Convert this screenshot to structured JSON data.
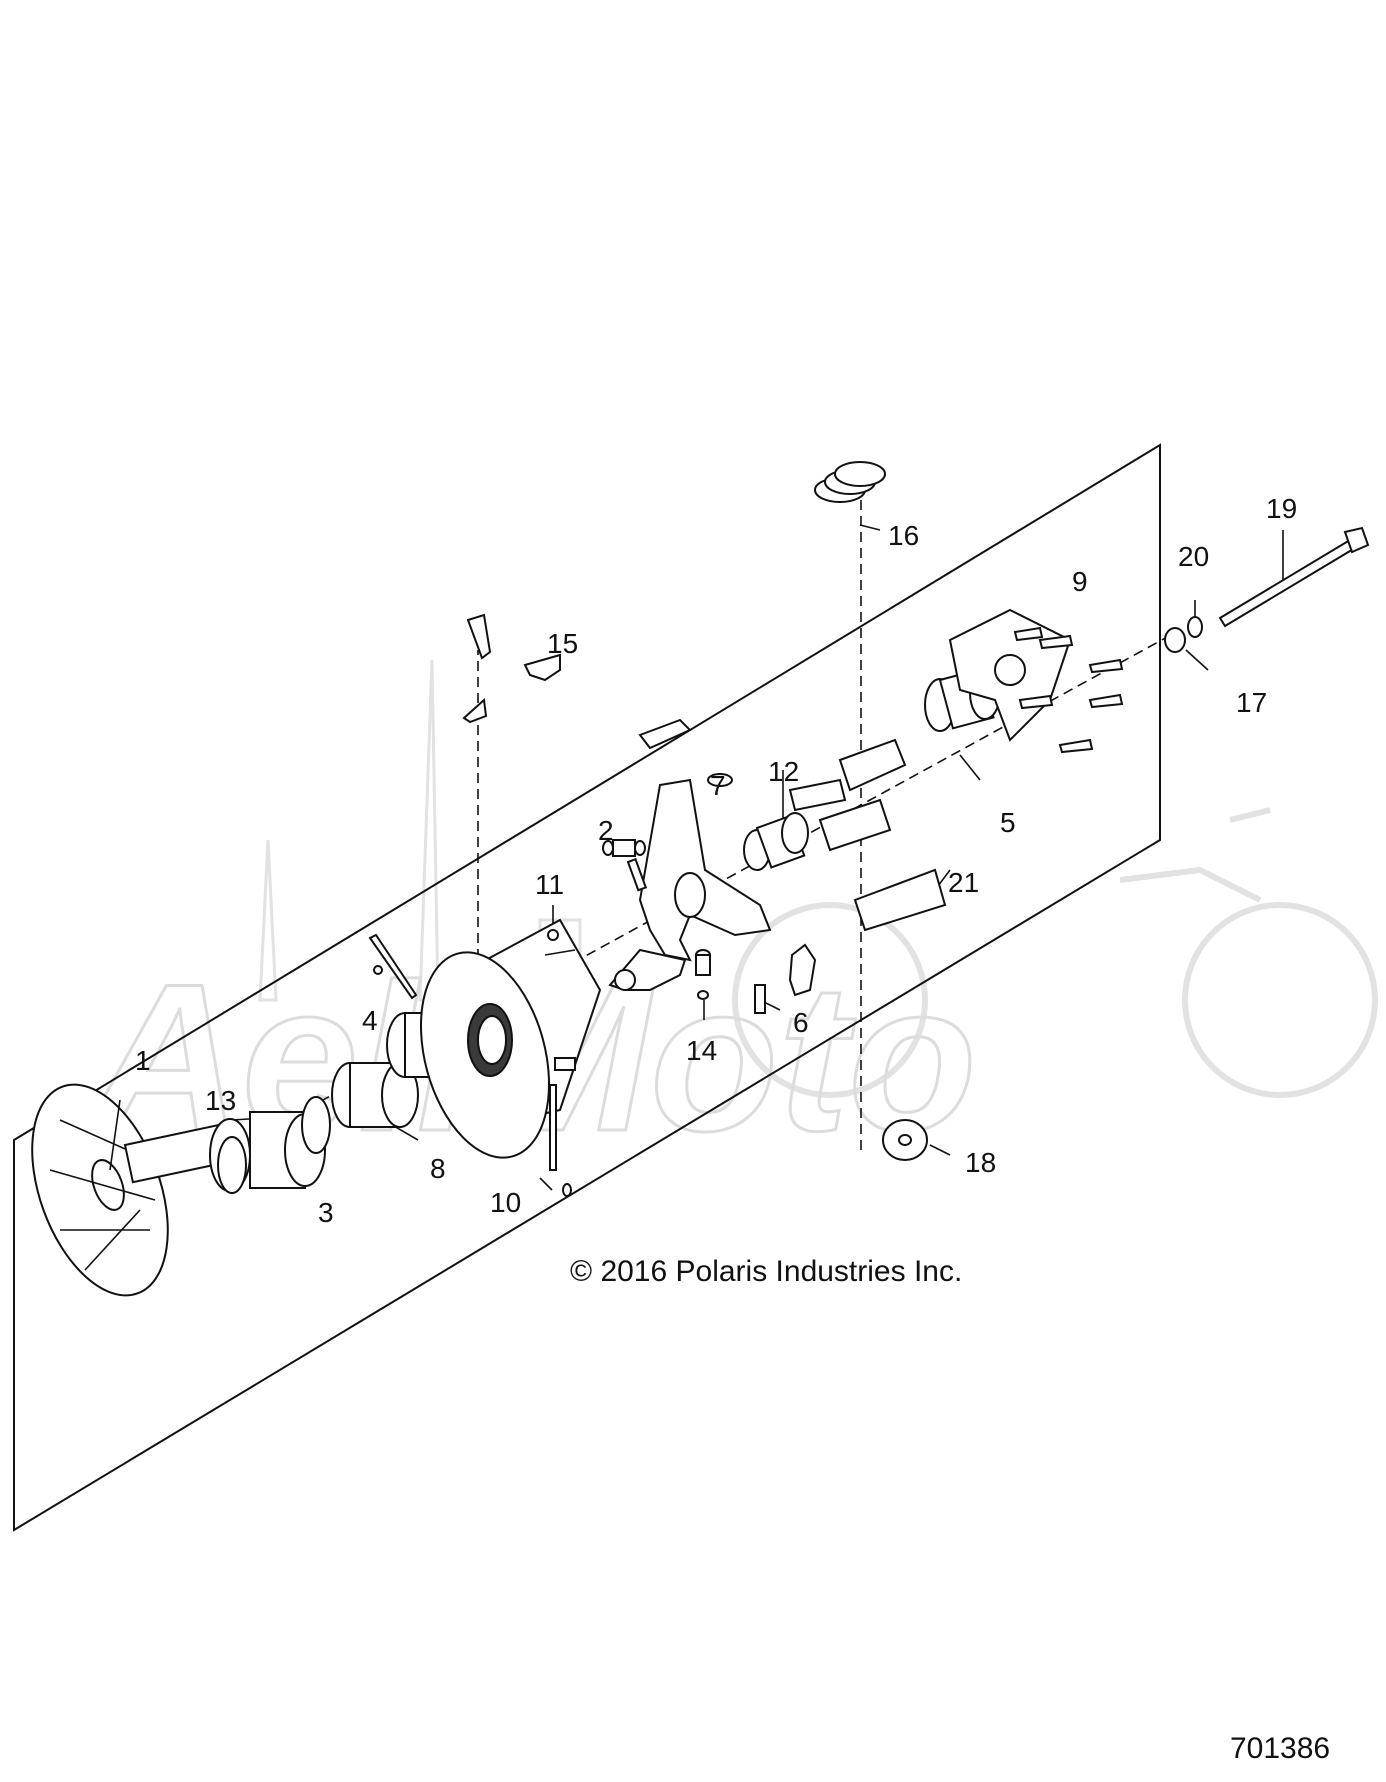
{
  "callouts": [
    {
      "id": "1",
      "label": "1"
    },
    {
      "id": "2",
      "label": "2"
    },
    {
      "id": "3",
      "label": "3"
    },
    {
      "id": "4",
      "label": "4"
    },
    {
      "id": "5",
      "label": "5"
    },
    {
      "id": "6",
      "label": "6"
    },
    {
      "id": "7",
      "label": "7"
    },
    {
      "id": "8",
      "label": "8"
    },
    {
      "id": "9",
      "label": "9"
    },
    {
      "id": "10",
      "label": "10"
    },
    {
      "id": "11",
      "label": "11"
    },
    {
      "id": "12",
      "label": "12"
    },
    {
      "id": "13",
      "label": "13"
    },
    {
      "id": "14",
      "label": "14"
    },
    {
      "id": "15",
      "label": "15"
    },
    {
      "id": "16",
      "label": "16"
    },
    {
      "id": "17",
      "label": "17"
    },
    {
      "id": "18",
      "label": "18"
    },
    {
      "id": "19",
      "label": "19"
    },
    {
      "id": "20",
      "label": "20"
    },
    {
      "id": "21",
      "label": "21"
    }
  ],
  "copyright": "© 2016 Polaris Industries Inc.",
  "document_number": "701386",
  "watermark_text": "AeliMoto",
  "colors": {
    "line": "#111111",
    "watermark": "#dcdcdc",
    "background": "#ffffff"
  }
}
